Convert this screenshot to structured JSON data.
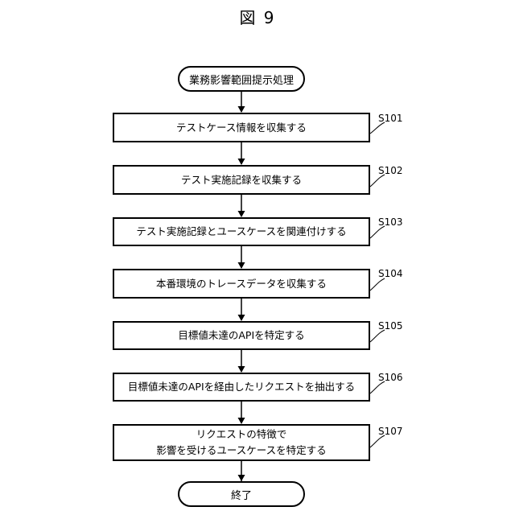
{
  "figure": {
    "title": "図 9"
  },
  "start": {
    "label": "業務影響範囲提示処理"
  },
  "steps": [
    {
      "id": "S101",
      "lines": [
        "テストケース情報を収集する"
      ]
    },
    {
      "id": "S102",
      "lines": [
        "テスト実施記録を収集する"
      ]
    },
    {
      "id": "S103",
      "lines": [
        "テスト実施記録とユースケースを関連付けする"
      ]
    },
    {
      "id": "S104",
      "lines": [
        "本番環境のトレースデータを収集する"
      ]
    },
    {
      "id": "S105",
      "lines": [
        "目標値未達のAPIを特定する"
      ]
    },
    {
      "id": "S106",
      "lines": [
        "目標値未達のAPIを経由したリクエストを抽出する"
      ]
    },
    {
      "id": "S107",
      "lines": [
        "リクエストの特徴で",
        "影響を受けるユースケースを特定する"
      ]
    }
  ],
  "end": {
    "label": "終了"
  }
}
